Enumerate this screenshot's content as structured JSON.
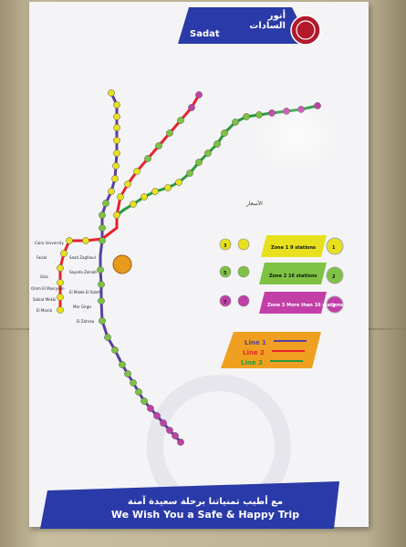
{
  "header": {
    "station_ar": "أنور السادات",
    "station_en": "Sadat"
  },
  "prices": {
    "title_ar": "الأسعار"
  },
  "zones": [
    {
      "id": "1",
      "label": "Zone 1  9 stations",
      "price": "3",
      "color": "#e8e01c"
    },
    {
      "id": "2",
      "label": "Zone 2  16 stations",
      "price": "5",
      "color": "#7dc242"
    },
    {
      "id": "3",
      "label": "Zone 3  More than 16 stations",
      "price": "7",
      "color": "#c23fa8"
    }
  ],
  "legend": [
    {
      "en": "Line 1",
      "color": "#5a3fa0"
    },
    {
      "en": "Line 2",
      "color": "#e8232a"
    },
    {
      "en": "Line 3",
      "color": "#2a9a3c"
    }
  ],
  "stations_left": [
    "Cairo University",
    "Faisal",
    "Giza",
    "Omm El Masryeen",
    "Sakiat Mekki",
    "El Monib"
  ],
  "stations_center": [
    "Saad Zaghloul",
    "Sayeda Zeinab",
    "El Malek El Saleh",
    "Mar Girgis",
    "El Zahraa"
  ],
  "footer": {
    "ar": "مع أطيب تمنياتنا برحلة سعيدة آمنة",
    "en": "We Wish You a Safe & Happy Trip"
  },
  "colors": {
    "banner": "#2a3aa8",
    "badge": "#b01a2a",
    "ring": "#e89a1c",
    "legend_bg": "#f0a020"
  }
}
